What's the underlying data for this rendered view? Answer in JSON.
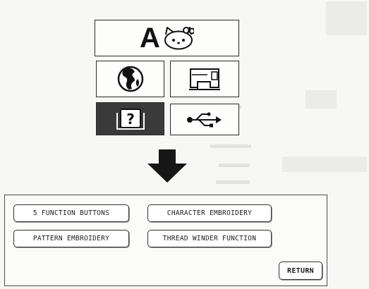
{
  "menu_tiles": [
    {
      "id": "character",
      "icons": [
        "letter-a-icon",
        "kitty-face-icon"
      ],
      "letter": "A"
    },
    {
      "id": "language",
      "icons": [
        "globe-icon"
      ]
    },
    {
      "id": "machine",
      "icons": [
        "sewing-machine-icon"
      ]
    },
    {
      "id": "help",
      "icons": [
        "question-book-icon"
      ],
      "selected": true,
      "highlight_color": "#3a3a3a"
    },
    {
      "id": "usb",
      "icons": [
        "usb-icon"
      ]
    }
  ],
  "arrow": {
    "icon": "down-arrow-icon",
    "color": "#161616"
  },
  "function_panel": {
    "buttons": {
      "five_function": "5 FUNCTION BUTTONS",
      "character_embroidery": "CHARACTER EMBROIDERY",
      "pattern_embroidery": "PATTERN EMBROIDERY",
      "thread_winder": "THREAD WINDER FUNCTION"
    },
    "return_label": "RETURN"
  }
}
